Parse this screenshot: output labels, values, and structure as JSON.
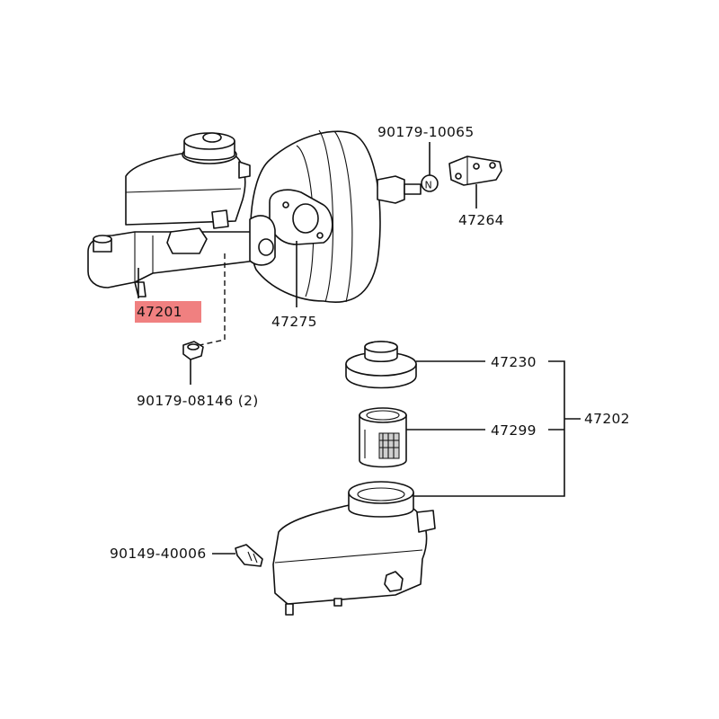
{
  "diagram": {
    "highlight_color": "#f08080",
    "labels": {
      "master_cylinder": "47201",
      "nut": "90179-08146 (2)",
      "booster": "47275",
      "clevis_nut": "90179-10065",
      "clevis": "47264",
      "cap": "47230",
      "strainer": "47299",
      "reservoir_set": "47202",
      "screw": "90149-40006"
    },
    "callout_n": "N"
  }
}
